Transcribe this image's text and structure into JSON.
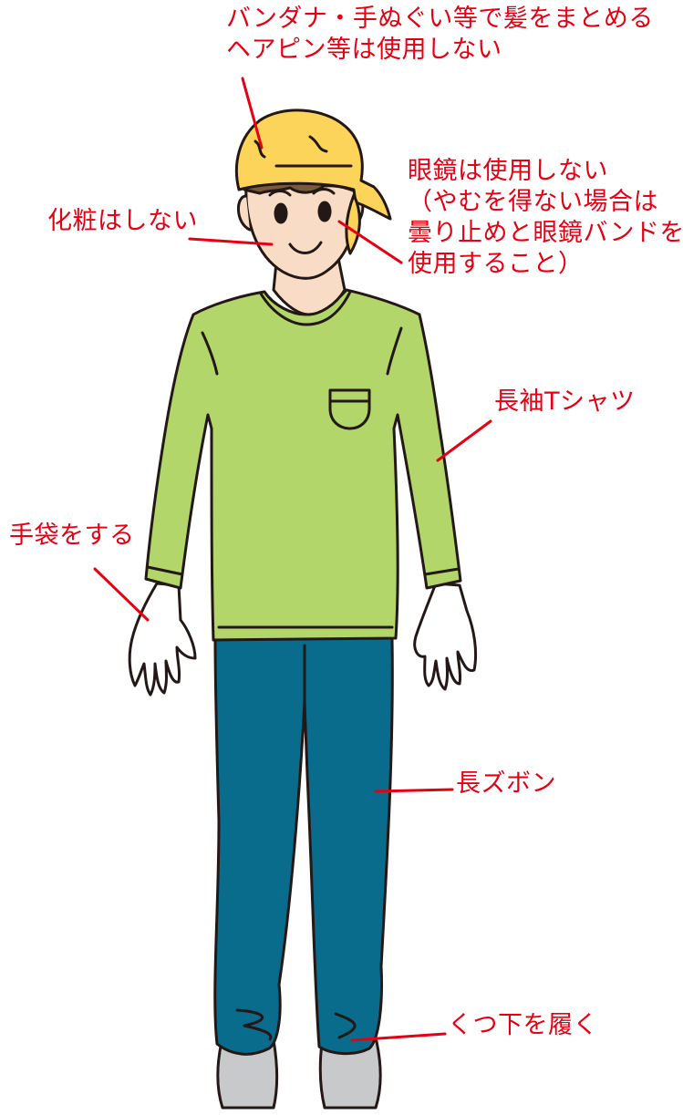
{
  "labels": {
    "hair": "バンダナ・手ぬぐい等で髪をまとめる\nヘアピン等は使用しない",
    "glasses": "眼鏡は使用しない\n（やむを得ない場合は\n曇り止めと眼鏡バンドを\n使用すること）",
    "makeup": "化粧はしない",
    "shirt": "長袖Tシャツ",
    "gloves": "手袋をする",
    "pants": "長ズボン",
    "socks": "くつ下を履く"
  },
  "colors": {
    "label_text": "#e60012",
    "leader_line": "#e60012",
    "outline": "#231815",
    "bandana": "#fcd45a",
    "skin": "#f8dcc6",
    "hair": "#7a5a3a",
    "shirt": "#b2d66a",
    "pants": "#0a6c8c",
    "socks": "#c8c9ca",
    "gloves": "#ffffff"
  }
}
